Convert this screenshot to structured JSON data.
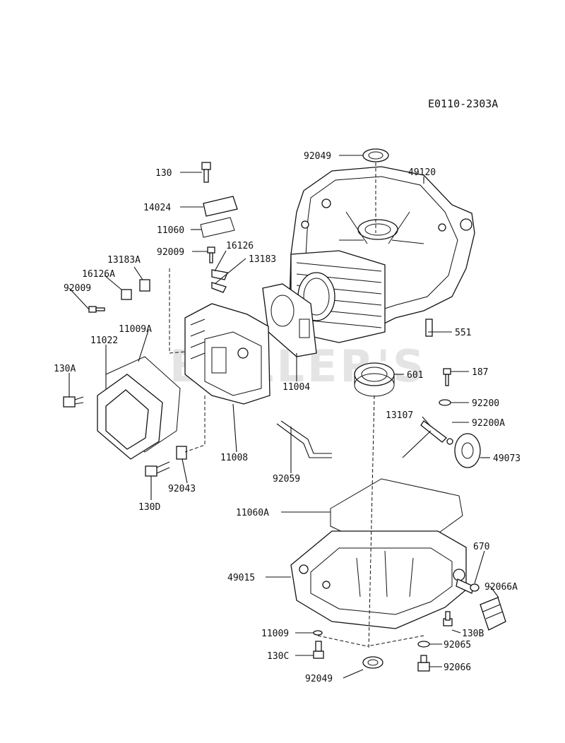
{
  "diagram_code": "E0110-2303A",
  "watermark": "BOLLER'S",
  "parts": {
    "p130": "130",
    "p14024": "14024",
    "p11060": "11060",
    "p92009": "92009",
    "p16126": "16126",
    "p13183": "13183",
    "p13183A": "13183A",
    "p16126A": "16126A",
    "p92009b": "92009",
    "p11009A": "11009A",
    "p11022": "11022",
    "p130A": "130A",
    "p92049top": "92049",
    "p49120": "49120",
    "p551": "551",
    "p601": "601",
    "p11004": "11004",
    "p187": "187",
    "p92200": "92200",
    "p13107": "13107",
    "p92200A": "92200A",
    "p49073": "49073",
    "p11008": "11008",
    "p92059": "92059",
    "p92043": "92043",
    "p130D": "130D",
    "p11060A": "11060A",
    "p670": "670",
    "p49015": "49015",
    "p92066A": "92066A",
    "p11009": "11009",
    "p130B": "130B",
    "p92065": "92065",
    "p130C": "130C",
    "p92049bot": "92049",
    "p92066": "92066"
  }
}
